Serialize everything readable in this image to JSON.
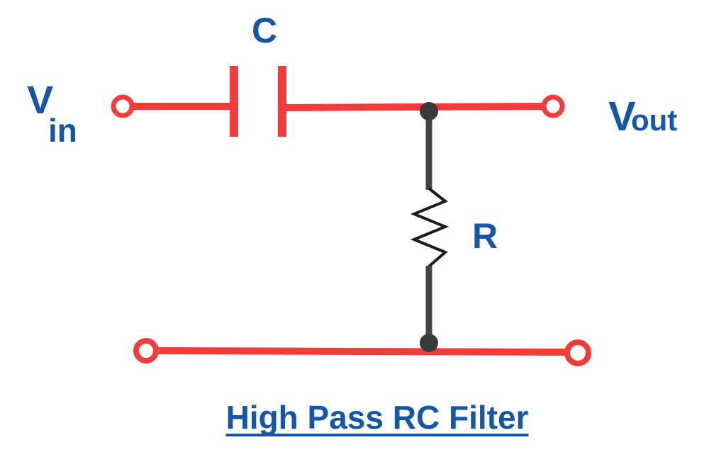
{
  "diagram": {
    "title": "High Pass RC Filter",
    "labels": {
      "capacitor": "C",
      "resistor": "R",
      "vin_main": "V",
      "vin_sub": "in",
      "vout_main": "V",
      "vout_sub": "out"
    },
    "colors": {
      "wire": "#f23c3c",
      "resistor_lead": "#444444",
      "resistor_zigzag": "#1a1a1a",
      "node": "#3a3a3a",
      "text": "#1457a8",
      "background": "#ffffff"
    }
  }
}
